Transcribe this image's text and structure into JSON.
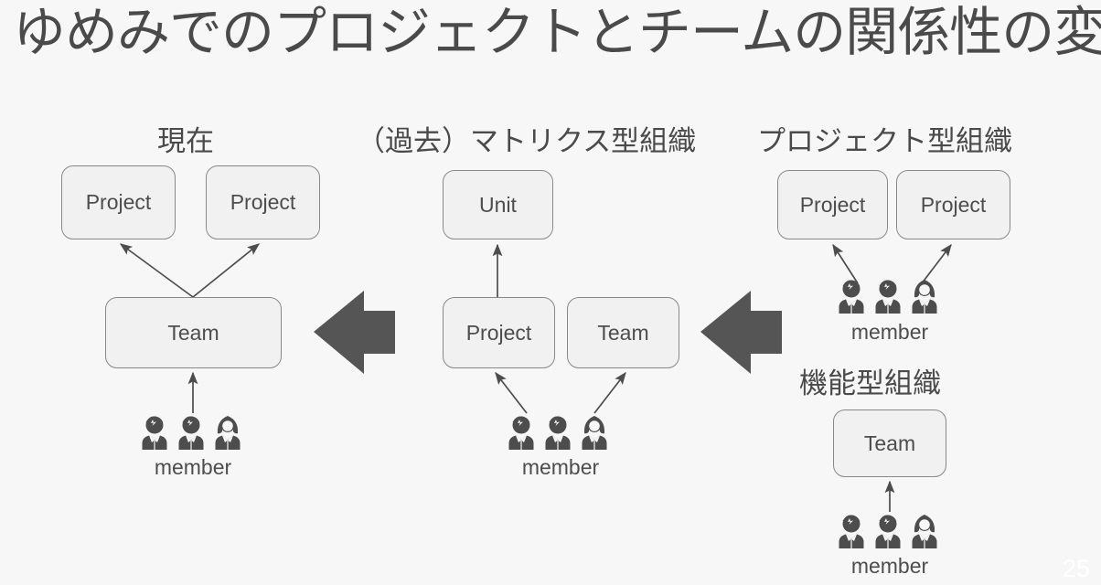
{
  "slide": {
    "title": "ゆめみでのプロジェクトとチームの関係性の変遷",
    "page_number": "25",
    "background_color": "#f7f7f7",
    "text_color": "#4a4a4a",
    "box_fill": "#f1f1f1",
    "box_border": "#888888",
    "arrow_color": "#4d4d4d",
    "big_arrow_color": "#555555"
  },
  "sections": {
    "present": {
      "heading": "現在",
      "boxes": [
        {
          "label": "Project"
        },
        {
          "label": "Project"
        },
        {
          "label": "Team"
        }
      ],
      "member_caption": "member",
      "member_count": 3
    },
    "matrix": {
      "heading": "（過去）マトリクス型組織",
      "boxes": [
        {
          "label": "Unit"
        },
        {
          "label": "Project"
        },
        {
          "label": "Team"
        }
      ],
      "member_caption": "member",
      "member_count": 3
    },
    "project_type": {
      "heading": "プロジェクト型組織",
      "boxes": [
        {
          "label": "Project"
        },
        {
          "label": "Project"
        }
      ],
      "member_caption": "member",
      "member_count": 3
    },
    "functional_type": {
      "heading": "機能型組織",
      "boxes": [
        {
          "label": "Team"
        }
      ],
      "member_caption": "member",
      "member_count": 3
    }
  }
}
